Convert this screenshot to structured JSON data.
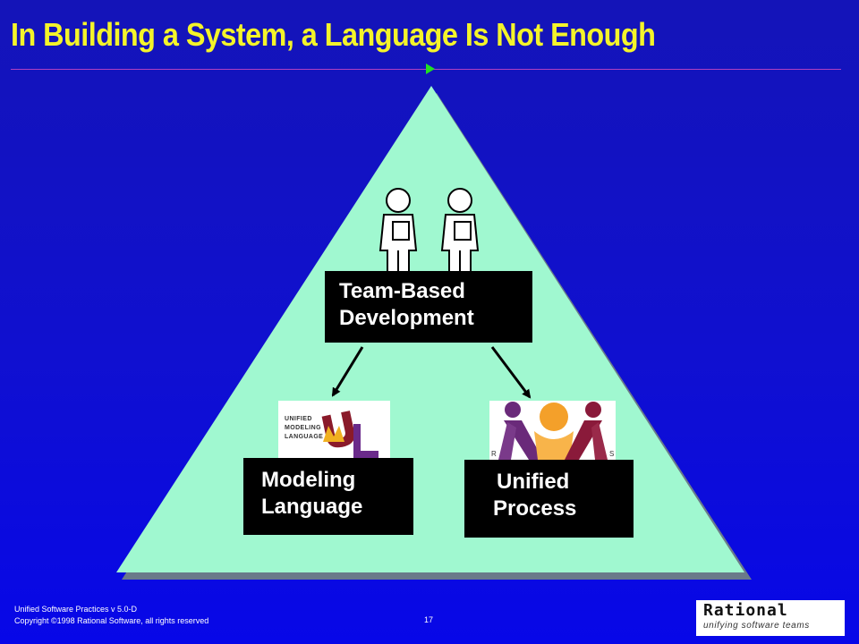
{
  "slide": {
    "title": "In Building a System, a Language Is Not Enough"
  },
  "diagram": {
    "top_label_line1": "Team-Based",
    "top_label_line2": "Development",
    "left_label_line1": "Modeling",
    "left_label_line2": "Language",
    "right_label_line1": "Unified",
    "right_label_line2": "Process",
    "uml_logo_lines": [
      "UNIFIED",
      "MODELING",
      "LANGUAGE"
    ],
    "triangle_color": "#a0f8d0",
    "people_icons": [
      "person-icon",
      "person-icon"
    ]
  },
  "footer": {
    "course": "Unified Software Practices v 5.0-D",
    "copyright": "Copyright ©1998 Rational Software, all rights reserved",
    "page_number": "17",
    "logo_word": "Rational",
    "logo_tagline": "unifying software teams"
  },
  "colors": {
    "background": "#1010d0",
    "title": "#f4f42a",
    "play_arrow": "#22e022"
  }
}
